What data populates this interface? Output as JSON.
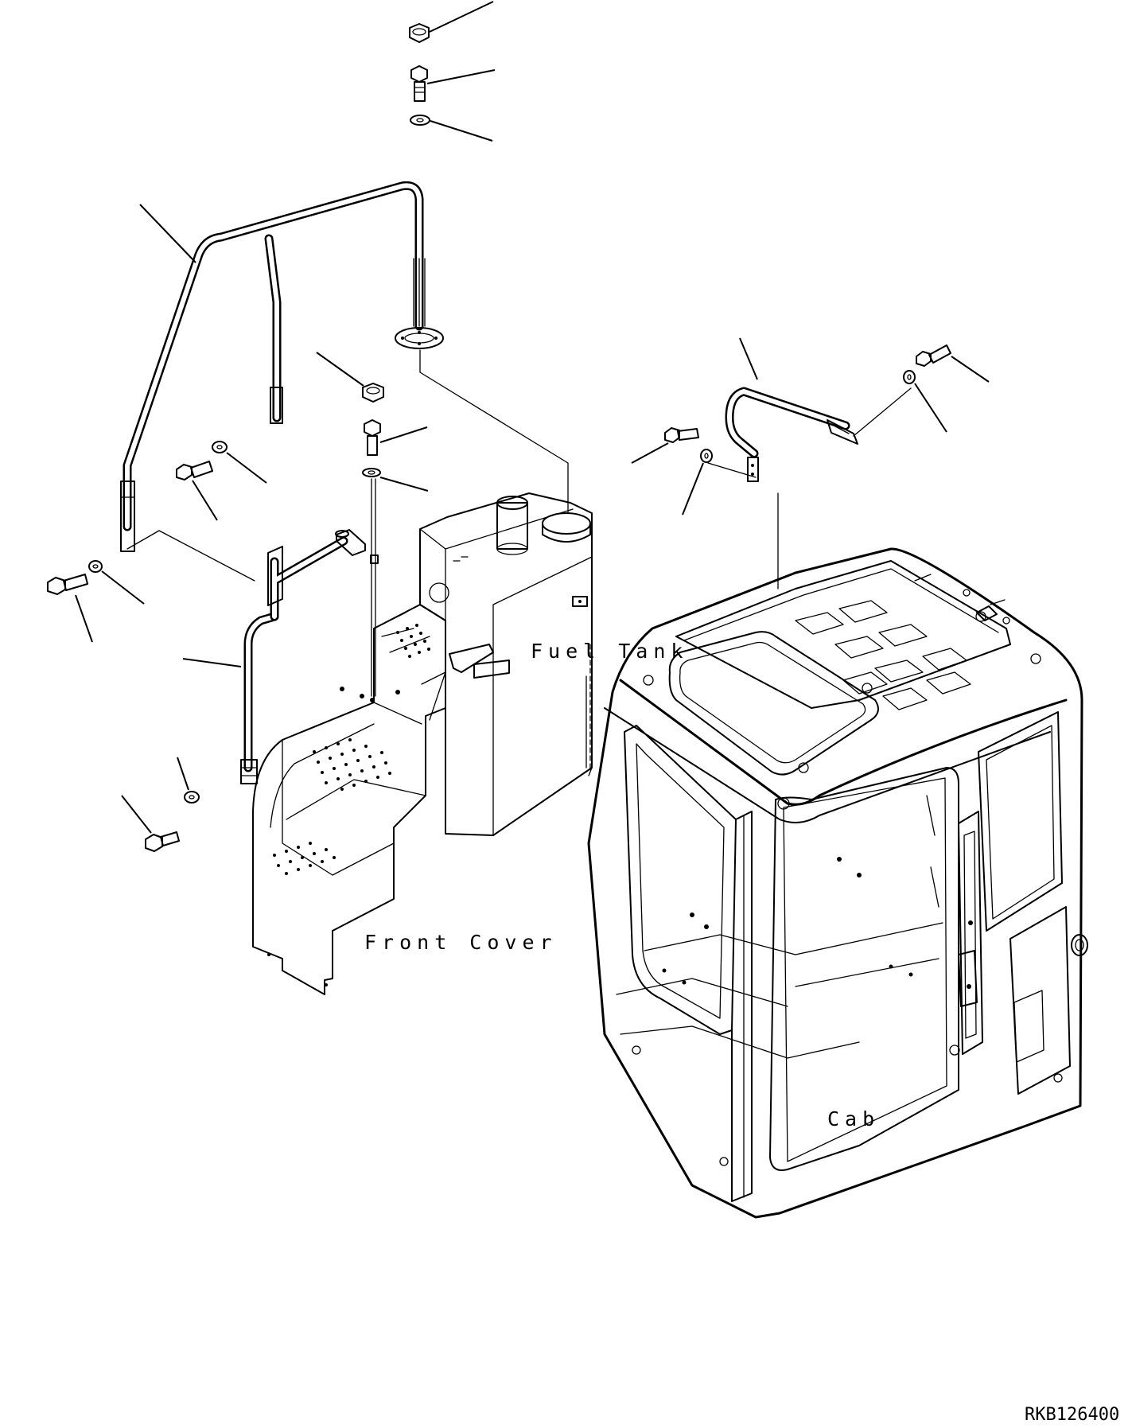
{
  "labels": {
    "fuel_tank": "Fuel Tank",
    "front_cover": "Front Cover",
    "cab": "Cab"
  },
  "drawing_code": "RKB126400"
}
